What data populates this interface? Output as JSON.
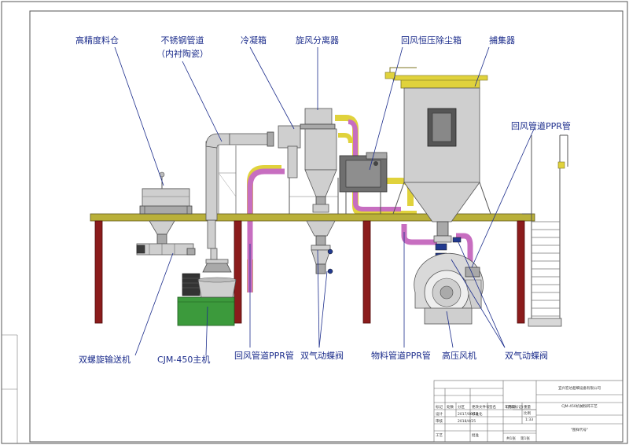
{
  "labels": {
    "raw_bin": "高精度料仓",
    "steel_pipe_line1": "不锈钢管道",
    "steel_pipe_line2": "（内衬陶瓷）",
    "condenser": "冷凝箱",
    "cyclone": "旋风分离器",
    "dust_box": "回风恒压除尘箱",
    "collector": "捕集器",
    "return_pipe_right": "回风管道PPR管",
    "twin_screw": "双螺旋输送机",
    "main_mill": "CJM-450主机",
    "return_pipe_bottom": "回风管道PPR管",
    "valve_left": "双气动蝶阀",
    "material_pipe": "物料管道PPR管",
    "blower": "高压风机",
    "valve_right": "双气动蝶阀"
  },
  "title_block": {
    "company": "宜兴宏达超细设备有限公司",
    "drawing_title": "CJM-450机械粉碎工艺",
    "col_headers": [
      "标记",
      "处数",
      "分区",
      "更改文件号",
      "签名",
      "年月日"
    ],
    "design_label": "设计",
    "design_date": "2017/06/18",
    "standardize_label": "标准化",
    "check_label": "审核",
    "check_date": "2018/4/25",
    "craft_label": "工艺",
    "approve_label": "批准",
    "mark_label": "(阶段标记)",
    "weight_label": "重量",
    "scale_label": "比例",
    "scale_value": "1:33",
    "sheets": "共1张",
    "sheet_no": "第1张",
    "drawing_code": "\"图样代号\""
  },
  "colors": {
    "label": "#1c2d8c",
    "platform": "#b9b03a",
    "column": "#8b1c1c",
    "ppr_pipe": "#c76ec0",
    "yellow_pipe": "#e0d23c",
    "motor_base": "#3c9a3c"
  }
}
